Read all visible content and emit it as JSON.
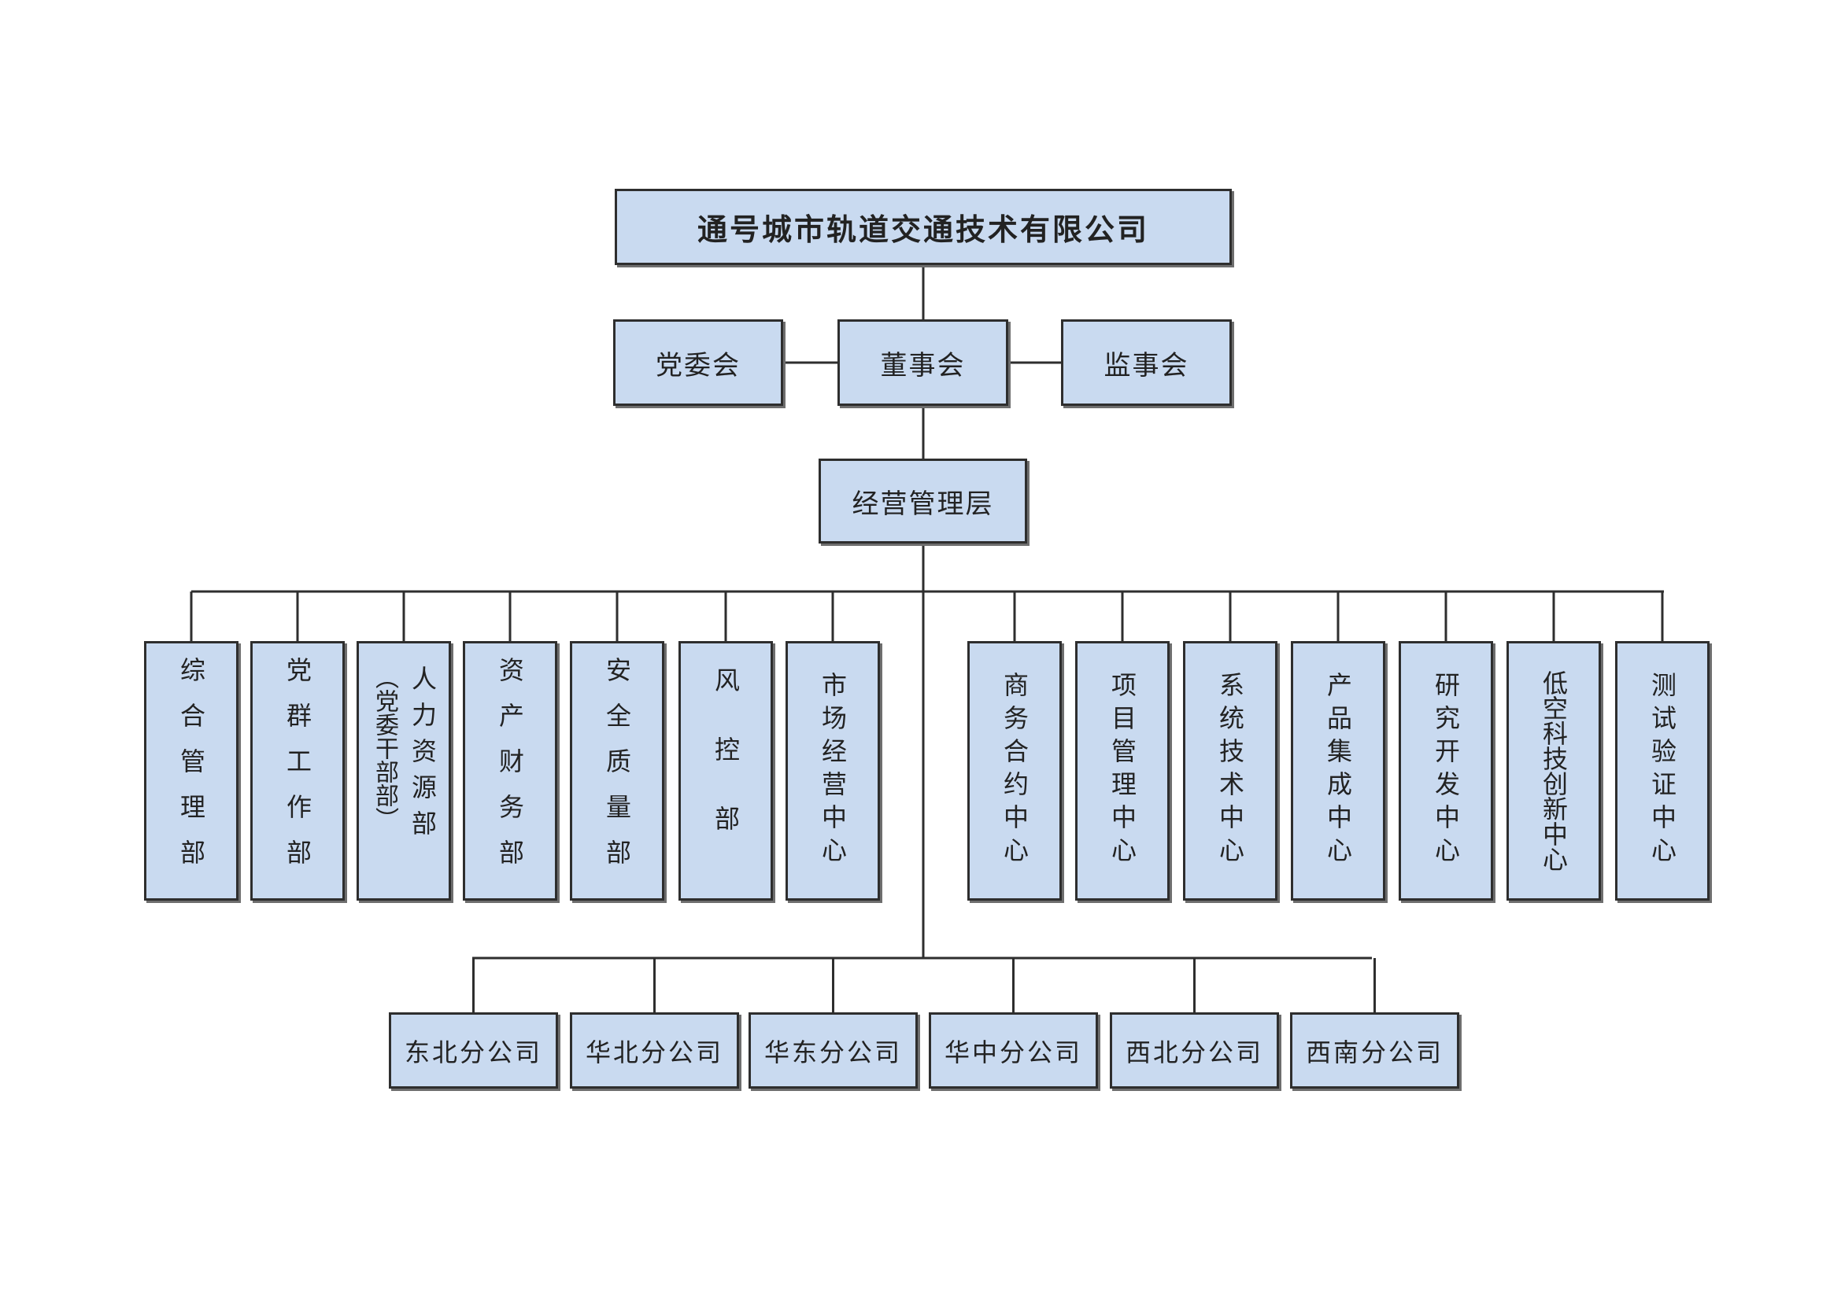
{
  "company": "通号城市轨道交通技术有限公司",
  "governance": {
    "party_committee": "党委会",
    "board": "董事会",
    "supervisors": "监事会"
  },
  "management": "经营管理层",
  "departments_left": [
    {
      "label": "综合管理部"
    },
    {
      "label": "党群工作部"
    },
    {
      "label": "人力资源部",
      "sub": "（党委干部部）"
    },
    {
      "label": "资产财务部"
    },
    {
      "label": "安全质量部"
    },
    {
      "label": "风控部"
    },
    {
      "label": "市场经营中心"
    }
  ],
  "departments_right": [
    {
      "label": "商务合约中心"
    },
    {
      "label": "项目管理中心"
    },
    {
      "label": "系统技术中心"
    },
    {
      "label": "产品集成中心"
    },
    {
      "label": "研究开发中心"
    },
    {
      "label": "低空科技创新中心"
    },
    {
      "label": "测试验证中心"
    }
  ],
  "branches": [
    "东北分公司",
    "华北分公司",
    "华东分公司",
    "华中分公司",
    "西北分公司",
    "西南分公司"
  ],
  "colors": {
    "box_fill": "#c9daf0",
    "box_border": "#2e2e2e",
    "connector": "#2e2e2e"
  }
}
